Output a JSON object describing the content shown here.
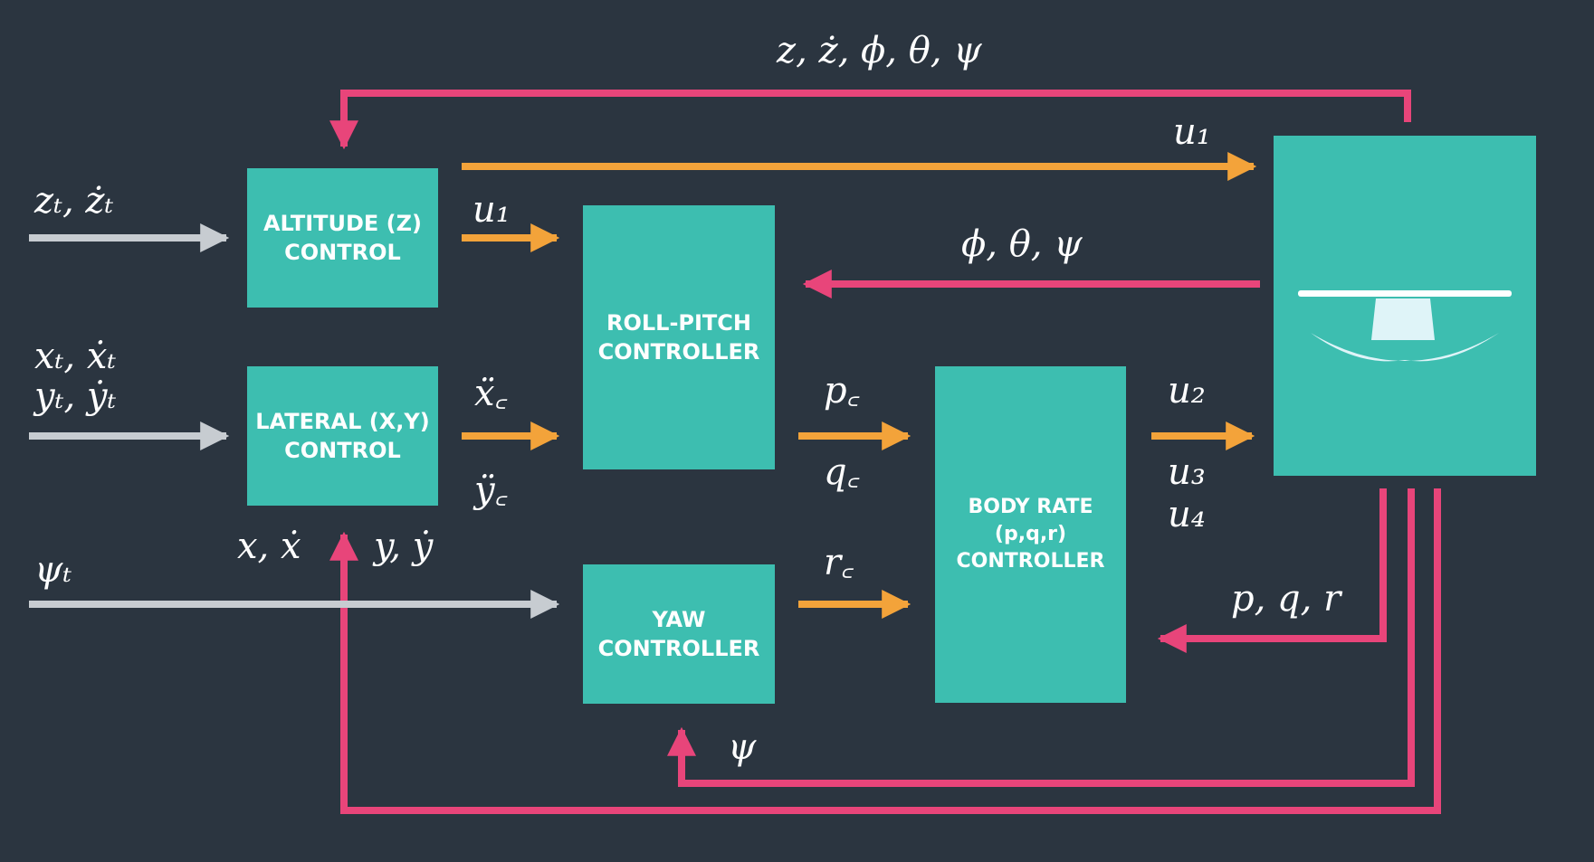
{
  "blocks": {
    "altitude": "ALTITUDE (Z)\nCONTROL",
    "lateral": "LATERAL (X,Y)\nCONTROL",
    "roll_pitch": "ROLL-PITCH\nCONTROLLER",
    "yaw": "YAW\nCONTROLLER",
    "body_rate": "BODY RATE\n(p,q,r)\nCONTROLLER"
  },
  "signals": {
    "feedback_top": "z, ż, ϕ, θ, ψ",
    "u1_top": "u₁",
    "altitude_input": "zₜ, żₜ",
    "u1_mid": "u₁",
    "attitude_feedback": "ϕ, θ, ψ",
    "lateral_input": "xₜ, ẋₜ\nyₜ, ẏₜ",
    "xddot_c": "ẍ꜀",
    "yddot_c": "ÿ꜀",
    "p_c": "p꜀",
    "q_c": "q꜀",
    "u2": "u₂",
    "u3": "u₃",
    "u4": "u₄",
    "x_xdot": "x, ẋ",
    "y_ydot": "y, ẏ",
    "psi_t": "ψₜ",
    "r_c": "r꜀",
    "pqr": "p, q, r",
    "psi": "ψ"
  },
  "colors": {
    "background": "#2b3540",
    "block": "#3dbeb0",
    "feedback": "#e8457a",
    "command": "#f3a33a",
    "input": "#c7ccd1"
  }
}
